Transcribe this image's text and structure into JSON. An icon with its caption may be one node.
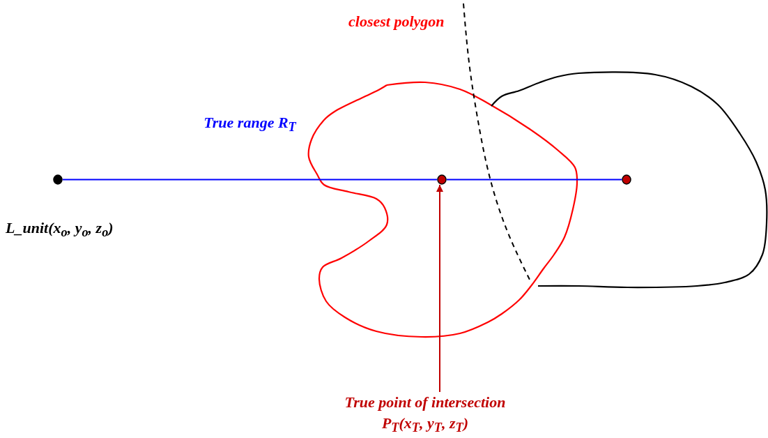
{
  "diagram": {
    "nodes": [
      {
        "text": [],
        "shape": "circle",
        "beside": [
          "L_unit(x$_{o}$, y$_{o}$, z$_{o}$)"
        ]
      },
      {
        "text": [],
        "shape": "circle"
      },
      {
        "text": [],
        "shape": "circle"
      },
      {
        "text": [
          "True point of intersection",
          "P$_{T}$(x$_{T}$, y$_{T}$, z$_{T}$)"
        ]
      }
    ],
    "edges": [
      {
        "from": 0,
        "to": 1,
        "arrow": "none",
        "label": "True range R$_{T}$"
      },
      {
        "from": 1,
        "to": 2,
        "arrow": "none"
      },
      {
        "from": 3,
        "to": 1,
        "arrow": "to",
        "color": "#c00000"
      }
    ],
    "labels": [
      "closest polygon"
    ]
  }
}
